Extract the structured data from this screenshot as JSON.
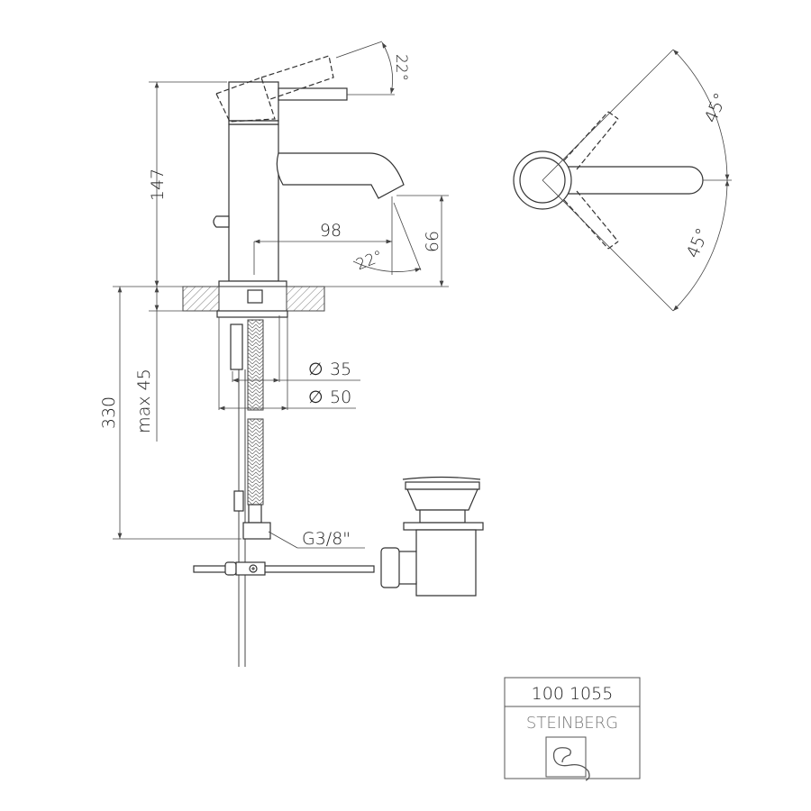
{
  "drawing": {
    "dimensions": {
      "height_total": "147",
      "reach": "98",
      "spout_height": "66",
      "lever_angle": "22°",
      "spout_angle": "22°",
      "below_counter": "330",
      "counter_max": "max 45",
      "hole_min": "35",
      "hole_max": "50",
      "connection": "G3/8\"",
      "rotation_up": "45°",
      "rotation_down": "45°"
    },
    "diameter_symbol": "∅",
    "title_block": {
      "article_number": "100 1055",
      "brand": "STEINBERG"
    }
  }
}
